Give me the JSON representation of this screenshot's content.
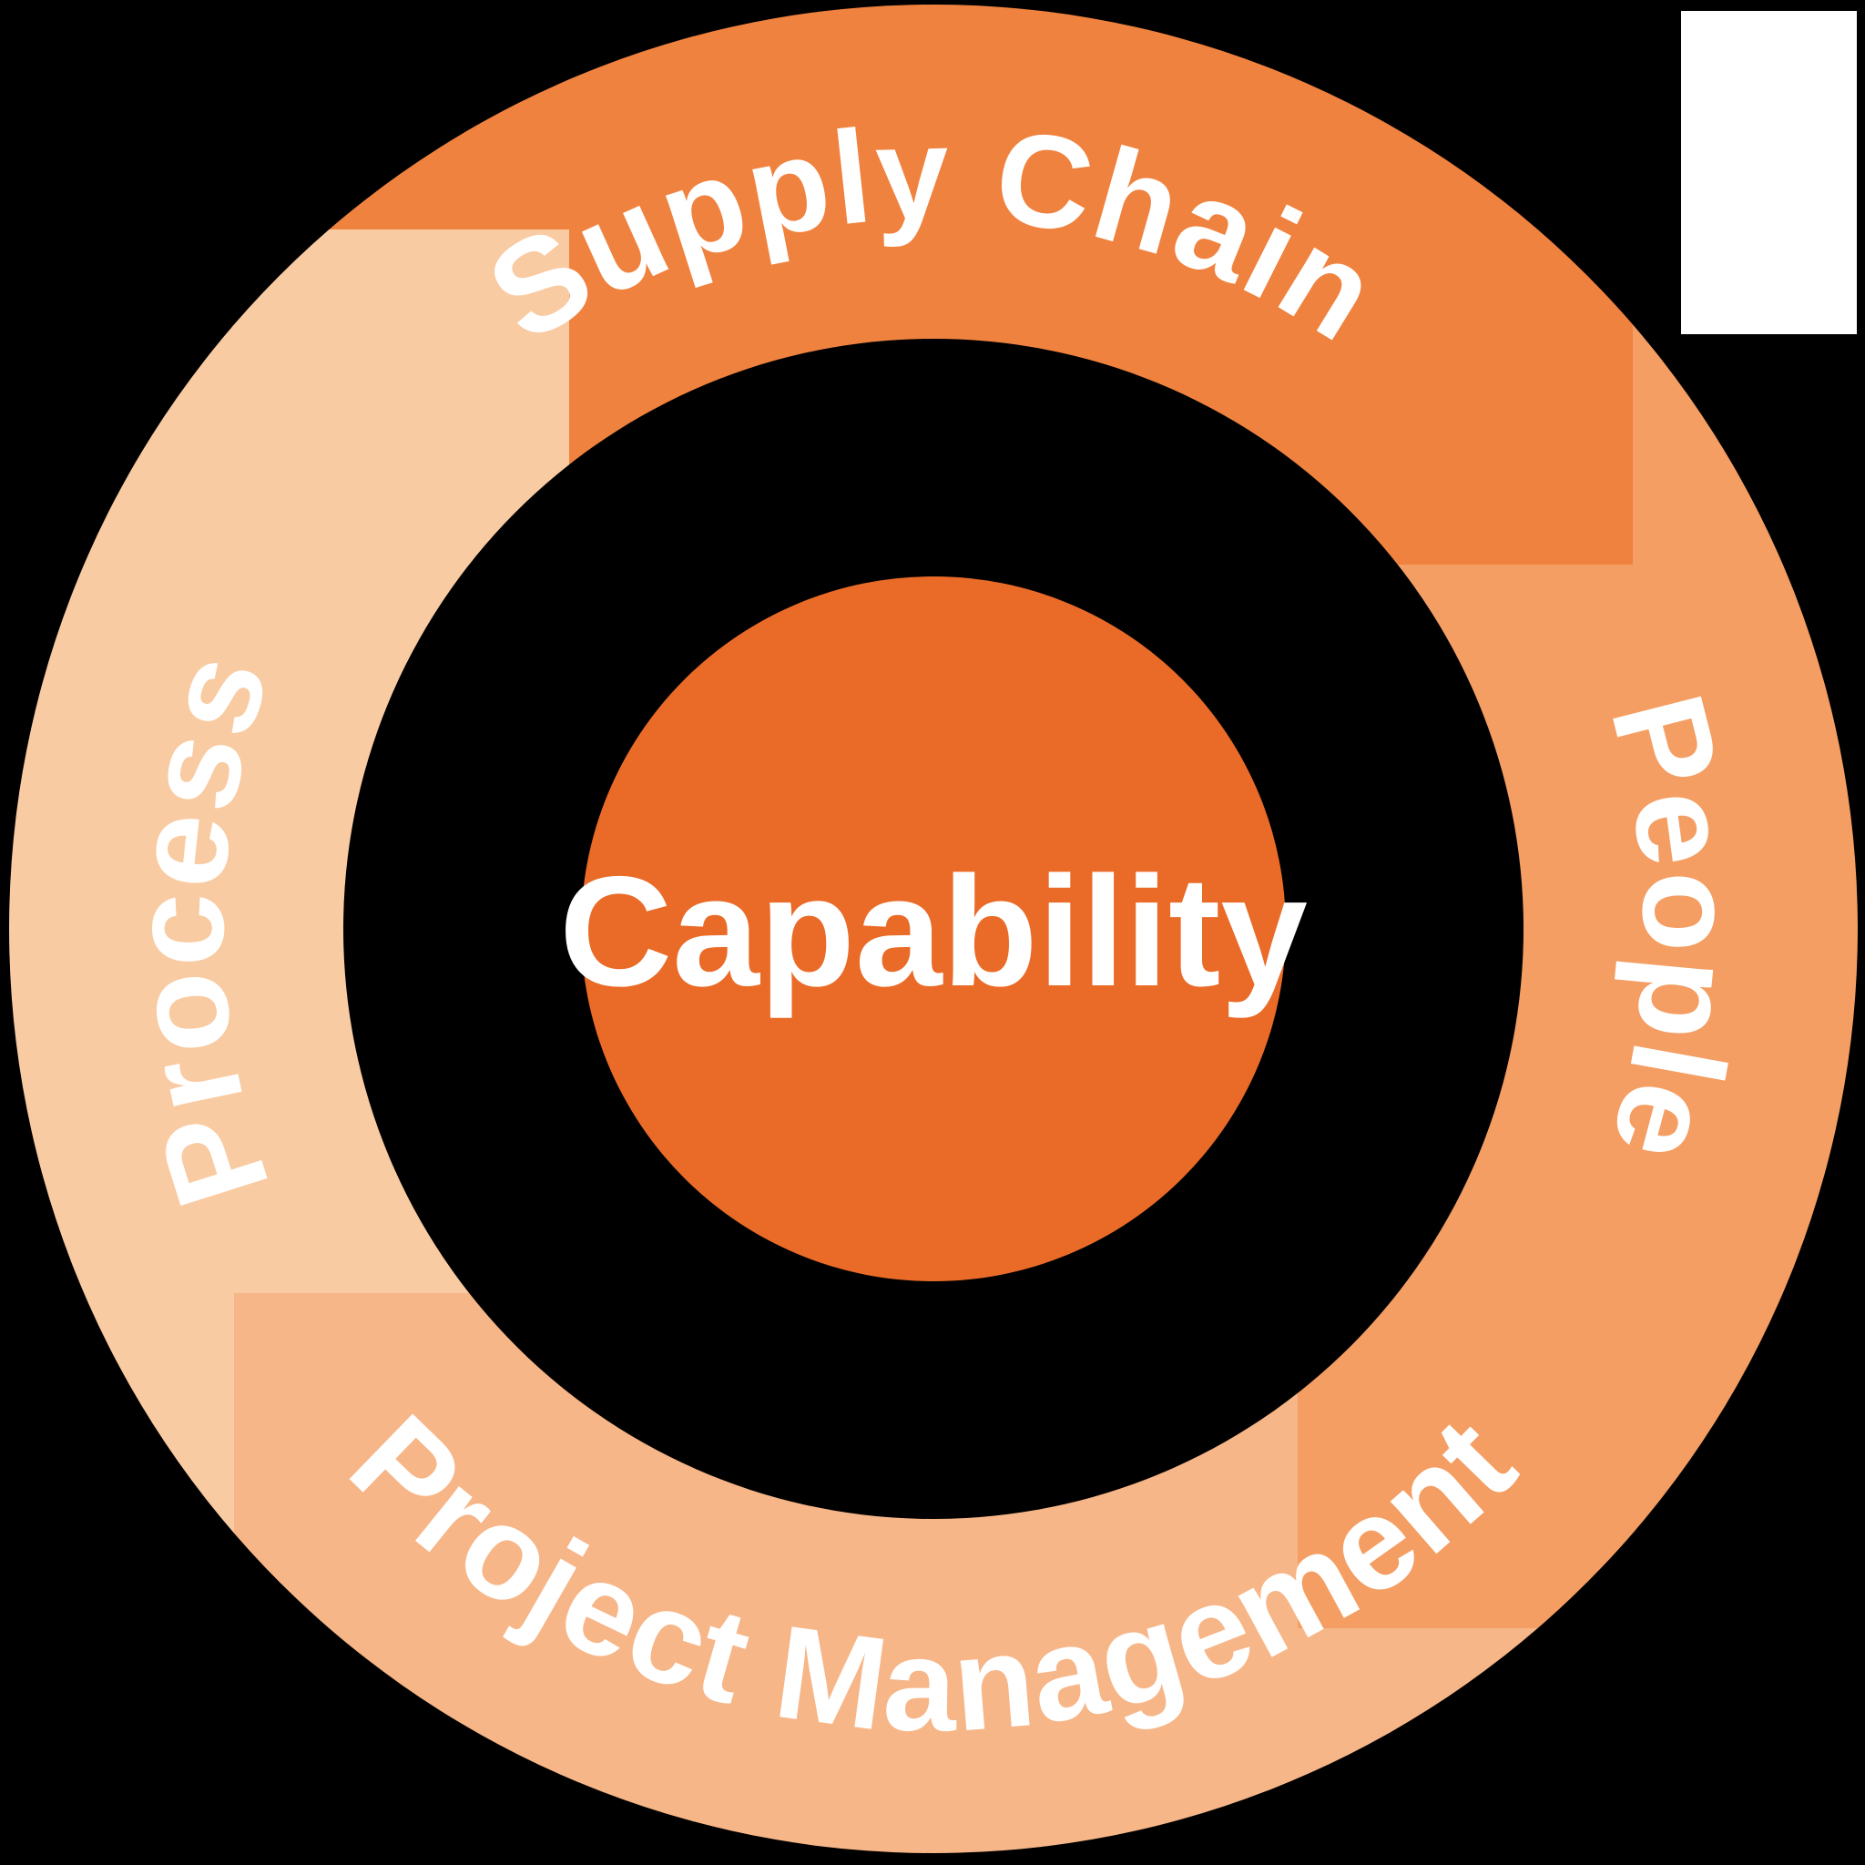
{
  "diagram": {
    "type": "cycle-wheel",
    "center": {
      "label": "Capability",
      "color": "#EA6B28"
    },
    "segments": [
      {
        "label": "Supply Chain",
        "position": "top",
        "color": "#F0823F"
      },
      {
        "label": "People",
        "position": "right",
        "color": "#F49E63"
      },
      {
        "label": "Project Management",
        "position": "bottom",
        "color": "#F7B688"
      },
      {
        "label": "Process",
        "position": "left",
        "color": "#F9CBA2"
      }
    ],
    "text_color": "#FFFFFF",
    "background_color": "#000000",
    "corner_patch_color": "#FFFFFF"
  }
}
